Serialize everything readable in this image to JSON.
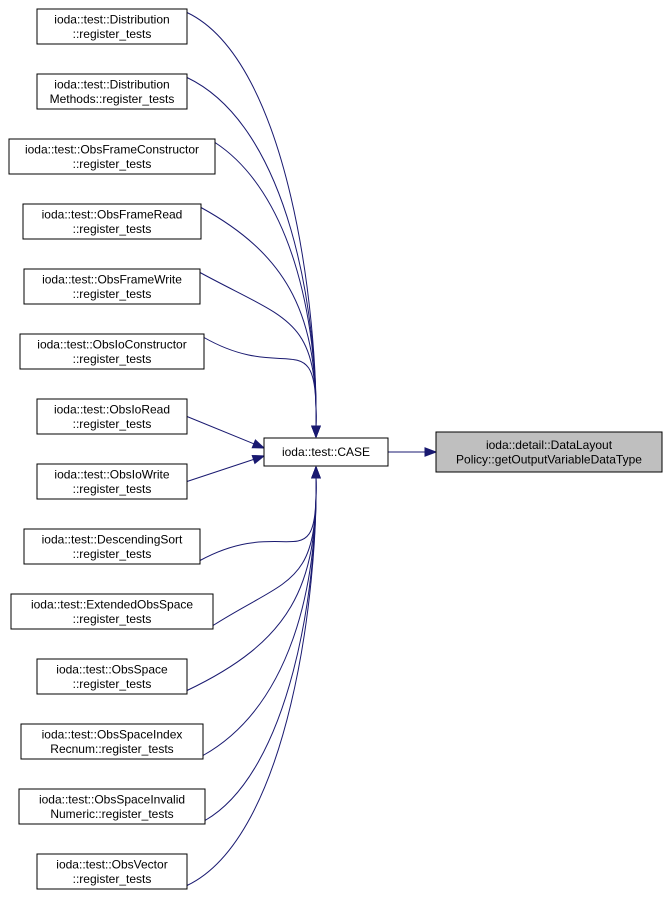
{
  "graph": {
    "target": {
      "lines": [
        "ioda::detail::DataLayout",
        "Policy::getOutputVariableDataType"
      ]
    },
    "hub": {
      "lines": [
        "ioda::test::CASE"
      ]
    },
    "callers": [
      {
        "lines": [
          "ioda::test::Distribution",
          "::register_tests"
        ]
      },
      {
        "lines": [
          "ioda::test::Distribution",
          "Methods::register_tests"
        ]
      },
      {
        "lines": [
          "ioda::test::ObsFrameConstructor",
          "::register_tests"
        ]
      },
      {
        "lines": [
          "ioda::test::ObsFrameRead",
          "::register_tests"
        ]
      },
      {
        "lines": [
          "ioda::test::ObsFrameWrite",
          "::register_tests"
        ]
      },
      {
        "lines": [
          "ioda::test::ObsIoConstructor",
          "::register_tests"
        ]
      },
      {
        "lines": [
          "ioda::test::ObsIoRead",
          "::register_tests"
        ]
      },
      {
        "lines": [
          "ioda::test::ObsIoWrite",
          "::register_tests"
        ]
      },
      {
        "lines": [
          "ioda::test::DescendingSort",
          "::register_tests"
        ]
      },
      {
        "lines": [
          "ioda::test::ExtendedObsSpace",
          "::register_tests"
        ]
      },
      {
        "lines": [
          "ioda::test::ObsSpace",
          "::register_tests"
        ]
      },
      {
        "lines": [
          "ioda::test::ObsSpaceIndex",
          "Recnum::register_tests"
        ]
      },
      {
        "lines": [
          "ioda::test::ObsSpaceInvalid",
          "Numeric::register_tests"
        ]
      },
      {
        "lines": [
          "ioda::test::ObsVector",
          "::register_tests"
        ]
      }
    ],
    "edge_color": "#191970",
    "target_fill": "#bfbfbf"
  }
}
